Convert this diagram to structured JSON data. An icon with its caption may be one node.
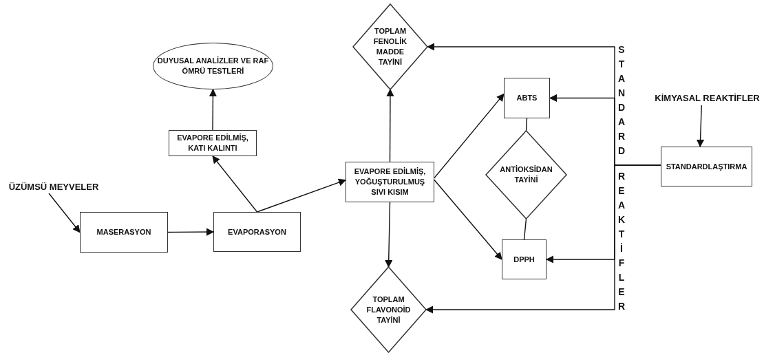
{
  "diagram": {
    "nodes": [
      {
        "text": [
          "ÜZÜMSÜ MEYVELER"
        ]
      },
      {
        "text": [
          "MASERASYON"
        ]
      },
      {
        "text": [
          "EVAPORASYON"
        ]
      },
      {
        "text": [
          "EVAPORE EDİLMİŞ, KATI KALINTI"
        ]
      },
      {
        "text": [
          "DUYUSAL ANALİZLER VE RAF ÖMRÜ TESTLERİ"
        ]
      },
      {
        "text": [
          "EVAPORE EDİLMİŞ, YOĞUŞTURULMUŞ SIVI KISIM"
        ]
      },
      {
        "text": [
          "TOPLAM FENOLİK MADDE TAYİNİ"
        ]
      },
      {
        "text": [
          "ABTS"
        ]
      },
      {
        "text": [
          "ANTİOKSİDAN TAYİNİ"
        ]
      },
      {
        "text": [
          "DPPH"
        ]
      },
      {
        "text": [
          "TOPLAM FLAVONOİD TAYİNİ"
        ]
      },
      {
        "text": [
          "STANDARDLAŞTIRMA"
        ]
      },
      {
        "text": [
          "KİMYASAL REAKTİFLER"
        ]
      }
    ],
    "edges": [
      {
        "from": 0,
        "to": 1,
        "arrow": "to"
      },
      {
        "from": 1,
        "to": 2,
        "arrow": "to"
      },
      {
        "from": 2,
        "to": 3,
        "arrow": "to"
      },
      {
        "from": 3,
        "to": 4,
        "arrow": "to"
      },
      {
        "from": 2,
        "to": 5,
        "arrow": "to"
      },
      {
        "from": 5,
        "to": 6,
        "arrow": "to"
      },
      {
        "from": 5,
        "to": 7,
        "arrow": "to"
      },
      {
        "from": 5,
        "to": 9,
        "arrow": "to"
      },
      {
        "from": 5,
        "to": 10,
        "arrow": "to"
      },
      {
        "from": 7,
        "to": 8,
        "arrow": "none"
      },
      {
        "from": 8,
        "to": 9,
        "arrow": "none"
      },
      {
        "from": 11,
        "to": 6,
        "arrow": "to"
      },
      {
        "from": 11,
        "to": 7,
        "arrow": "to"
      },
      {
        "from": 11,
        "to": 9,
        "arrow": "to"
      },
      {
        "from": 11,
        "to": 10,
        "arrow": "to"
      },
      {
        "from": 12,
        "to": 11,
        "arrow": "to"
      }
    ],
    "labels": [
      "STANDARD",
      "REAKTİFLER"
    ]
  }
}
